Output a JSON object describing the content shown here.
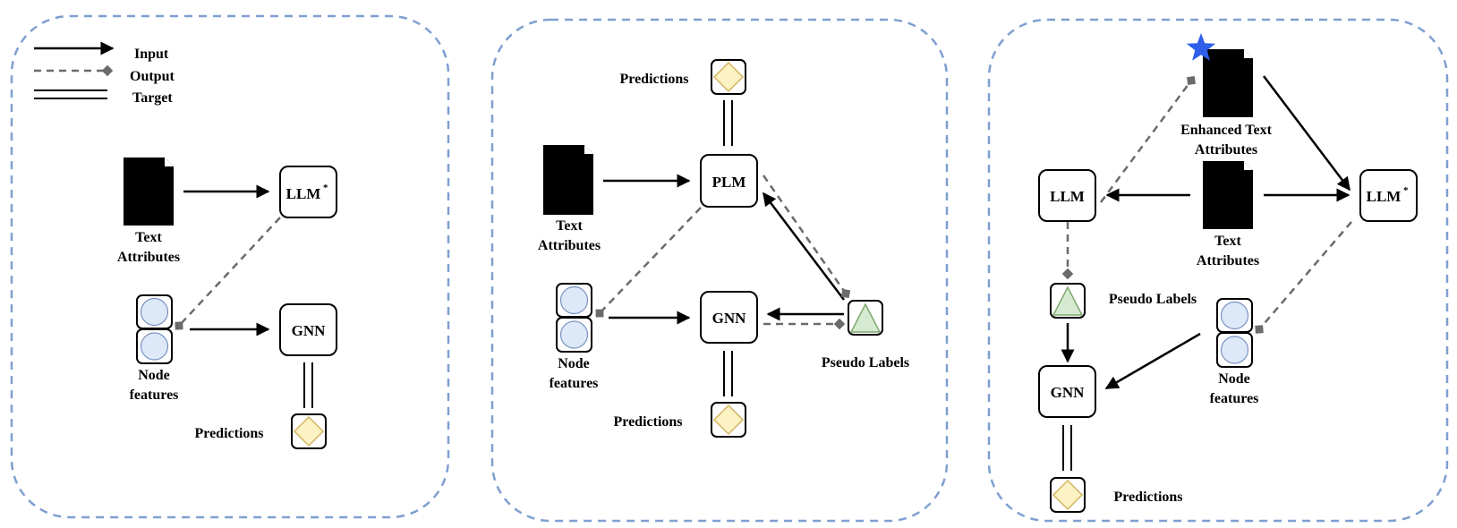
{
  "colors": {
    "panel_border": "#7f9fd0",
    "node_fill": "#dde8f8",
    "node_stroke": "#7b93c2",
    "prediction_fill": "#fdf2c4",
    "prediction_stroke": "#d3b560",
    "pseudo_fill": "#d5ead0",
    "pseudo_stroke": "#7fa86f",
    "star": "#2f5fe8",
    "output_line": "#6b6b6b"
  },
  "legend": {
    "input": "Input",
    "output": "Output",
    "target": "Target"
  },
  "panel1": {
    "text_attr_1": "Text",
    "text_attr_2": "Attributes",
    "llm": "LLM",
    "llm_mark": "*",
    "node_1": "Node",
    "node_2": "features",
    "gnn": "GNN",
    "predictions": "Predictions"
  },
  "panel2": {
    "predictions_top": "Predictions",
    "text_attr_1": "Text",
    "text_attr_2": "Attributes",
    "plm": "PLM",
    "node_1": "Node",
    "node_2": "features",
    "gnn": "GNN",
    "pseudo_labels": "Pseudo Labels",
    "predictions_bottom": "Predictions"
  },
  "panel3": {
    "enhanced_1": "Enhanced Text",
    "enhanced_2": "Attributes",
    "llm_left": "LLM",
    "text_attr_1": "Text",
    "text_attr_2": "Attributes",
    "llm_right": "LLM",
    "llm_mark": "*",
    "pseudo_labels": "Pseudo Labels",
    "node_1": "Node",
    "node_2": "features",
    "gnn": "GNN",
    "predictions": "Predictions"
  }
}
